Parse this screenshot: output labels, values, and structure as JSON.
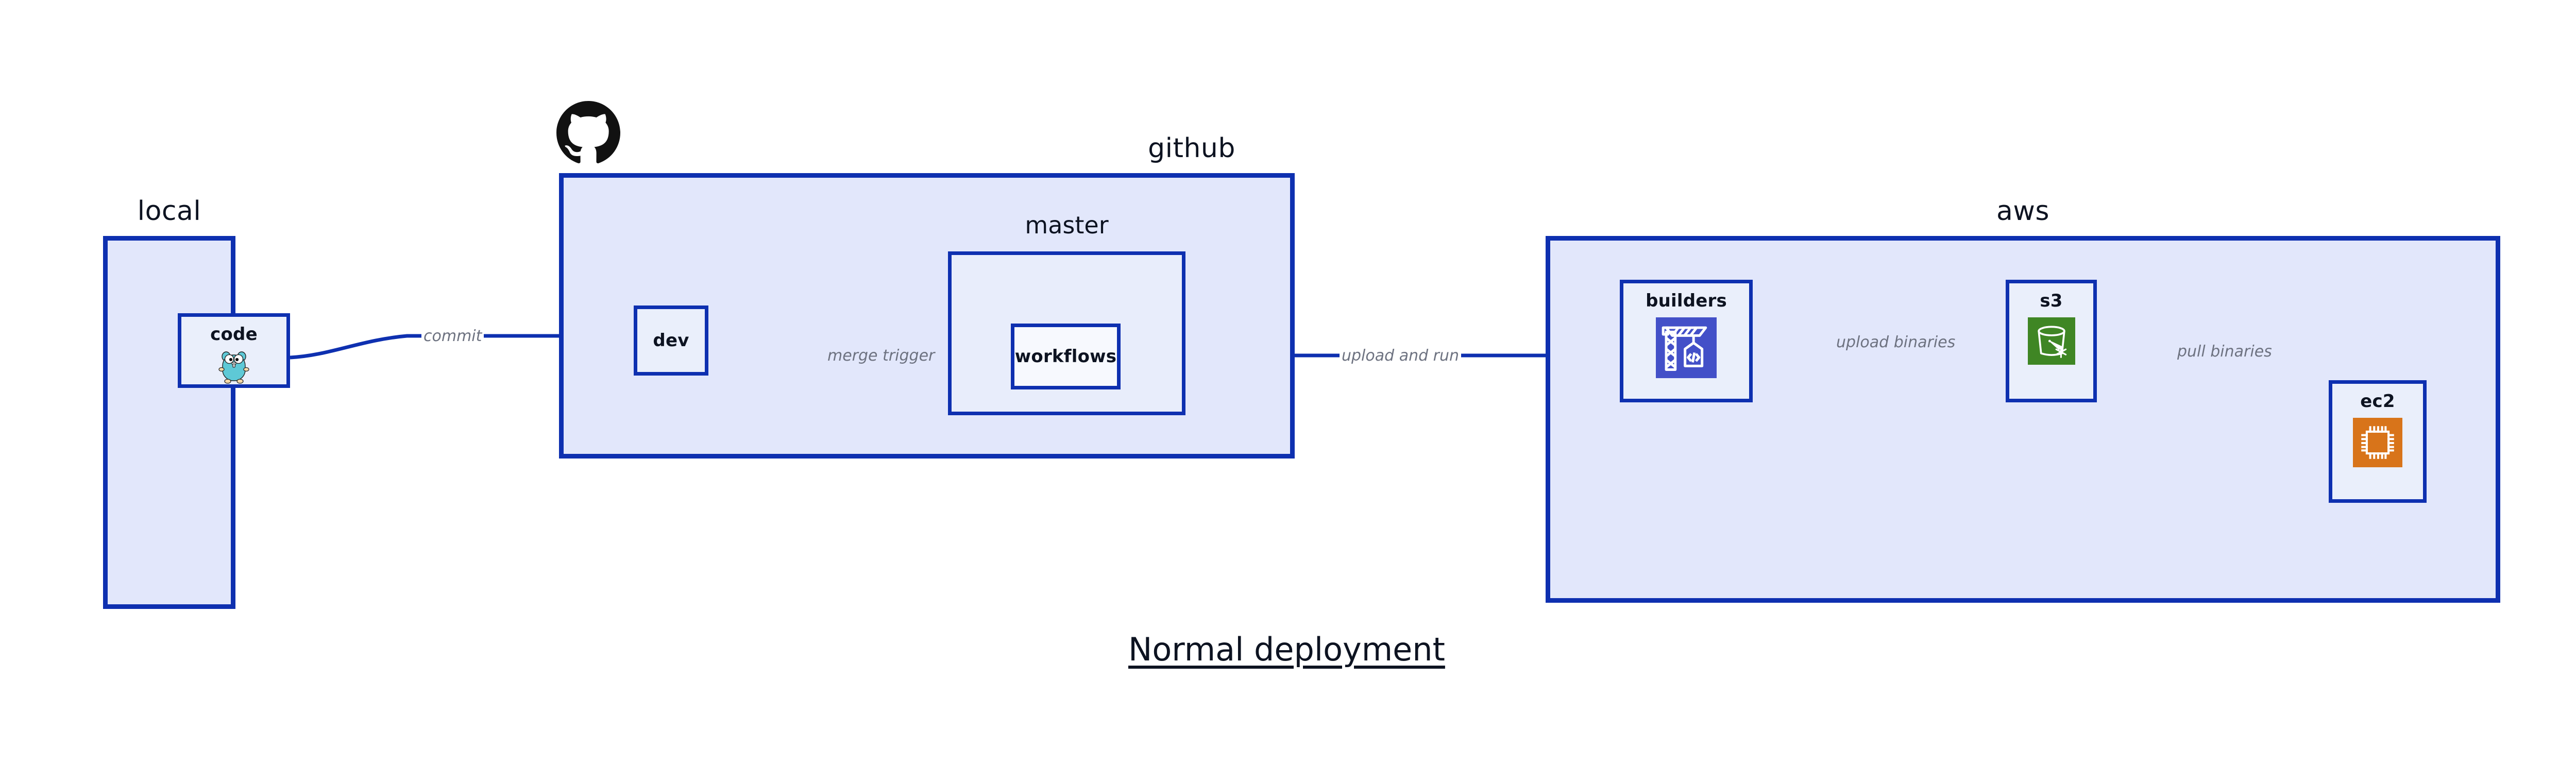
{
  "diagram": {
    "title": "Normal deployment",
    "accent_border": "#0e30b0",
    "group_fill": "#e2e7fb",
    "node_fill": "#eaeffb",
    "edge_label_color": "#6d7280",
    "title_color": "#0d1321"
  },
  "groups": [
    {
      "id": "local",
      "label": "local",
      "nodes": [
        {
          "id": "code",
          "label": "code",
          "icon": "go-gopher-icon",
          "icon_color": "#5ec9d6"
        }
      ]
    },
    {
      "id": "github",
      "label": "github",
      "logo": "github-octocat-icon",
      "logo_color": "#111111",
      "nodes": [
        {
          "id": "dev",
          "label": "dev",
          "icon": "none"
        }
      ],
      "subgroups": [
        {
          "id": "master",
          "label": "master",
          "nodes": [
            {
              "id": "workflows",
              "label": "workflows",
              "icon": "none"
            }
          ]
        }
      ]
    },
    {
      "id": "aws",
      "label": "aws",
      "nodes": [
        {
          "id": "builders",
          "label": "builders",
          "icon": "aws-codebuild-crane-icon",
          "icon_color": "#4350c8"
        },
        {
          "id": "s3",
          "label": "s3",
          "icon": "aws-s3-bucket-icon",
          "icon_color": "#3f8624"
        },
        {
          "id": "ec2",
          "label": "ec2",
          "icon": "aws-ec2-chip-icon",
          "icon_color": "#d8741a"
        }
      ]
    }
  ],
  "edges": [
    {
      "id": "commit",
      "label": "commit",
      "from": "code",
      "to": "dev"
    },
    {
      "id": "merge-trigger",
      "label": "merge trigger",
      "from": "dev",
      "to": "workflows"
    },
    {
      "id": "upload-and-run",
      "label": "upload and run",
      "from": "workflows",
      "to": "builders"
    },
    {
      "id": "upload-binaries",
      "label": "upload binaries",
      "from": "builders",
      "to": "s3"
    },
    {
      "id": "pull-binaries",
      "label": "pull binaries",
      "from": "s3",
      "to": "ec2"
    }
  ]
}
